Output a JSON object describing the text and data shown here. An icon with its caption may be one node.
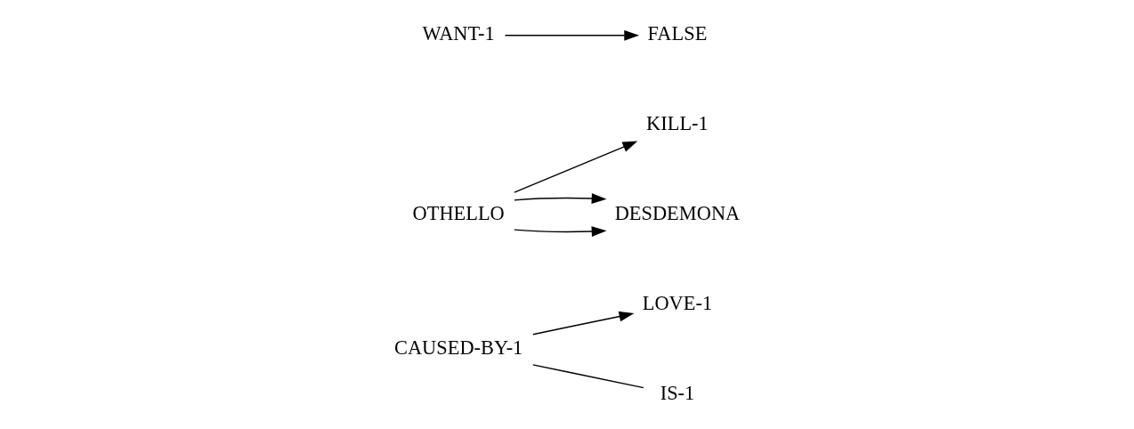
{
  "diagram": {
    "nodes": [
      {
        "text": [
          "CAUSED-BY-1"
        ]
      },
      {
        "text": [
          "LOVE-1"
        ]
      },
      {
        "text": [
          "OTHELLO"
        ]
      },
      {
        "text": [
          "KILL-1"
        ]
      },
      {
        "text": [
          "DESDEMONA"
        ]
      },
      {
        "text": [
          "WANT-1"
        ]
      },
      {
        "text": [
          "IS-1"
        ]
      },
      {
        "text": [
          "FALSE"
        ]
      }
    ],
    "edges": [
      {
        "from": 0,
        "to": 1,
        "arrow": "to"
      },
      {
        "from": 2,
        "to": 4,
        "arrow": "to"
      },
      {
        "from": 2,
        "to": 4,
        "arrow": "to"
      },
      {
        "from": 2,
        "to": 3,
        "arrow": "to"
      },
      {
        "from": 5,
        "to": 7,
        "arrow": "to"
      },
      {
        "from": 0,
        "to": 6,
        "arrow": "none"
      }
    ]
  }
}
